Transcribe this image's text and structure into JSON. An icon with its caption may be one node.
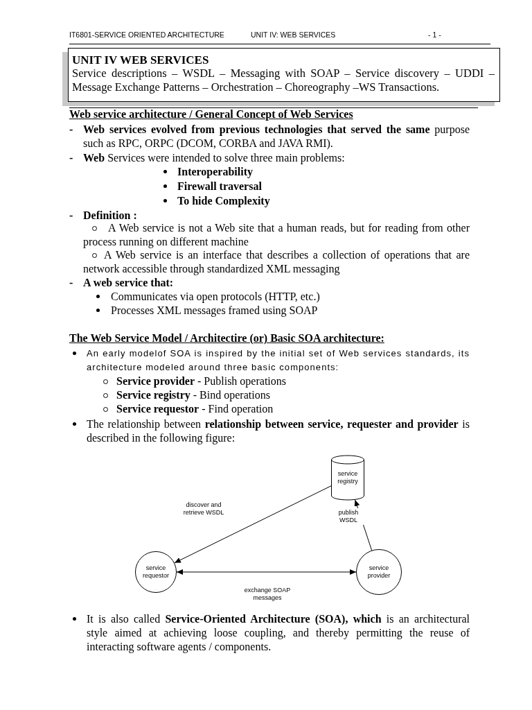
{
  "diagram": {
    "nodes": [
      {
        "text": [
          "service registry"
        ]
      },
      {
        "text": [
          "service requestor"
        ]
      },
      {
        "text": [
          "service provider"
        ]
      }
    ],
    "edges": [
      {
        "from": 0,
        "to": 1,
        "arrow": "to",
        "label": "discover and retrieve WSDL"
      },
      {
        "from": 2,
        "to": 0,
        "arrow": "to",
        "label": "publish WSDL"
      },
      {
        "from": 1,
        "to": 2,
        "arrow": "both",
        "label": "exchange SOAP messages"
      }
    ],
    "labels": [
      "IT6801-SERVICE ORIENTED ARCHITECTURE",
      "UNIT IV: WEB SERVICES",
      "- 1 -",
      "UNIT IV WEB SERVICES",
      "Service descriptions – WSDL – Messaging with SOAP – Service discovery – UDDI – Message Exchange Patterns – Orchestration – Choreography –WS Transactions.",
      "Web service architecture / General Concept of Web Services",
      "-",
      "**Web services evolved from previous technologies that served the same** purpose such as RPC, ORPC (DCOM, CORBA and JAVA RMI).",
      "-",
      "**Web** Services were intended to solve three main problems:",
      "Interoperability",
      "Firewall traversal",
      "To hide Complexity",
      "-",
      "Definition :",
      "A Web service is not a Web site that a human reads, but for reading from other process running on different machine",
      "A Web service is an interface that describes a collection of operations that are network accessible through standardized XML messaging",
      "-",
      "A web service that:",
      "Communicates via open protocols (HTTP, etc.)",
      "Processes XML messages framed using SOAP",
      "The Web Service Model / Architectire (or) Basic SOA architecture:",
      "An early modelof SOA is inspired by the initial set of Web services standards, its architecture modeled around three basic components:",
      "**Service provider** - Publish operations",
      "**Service registry** - Bind operations",
      "**Service requestor** - Find operation",
      "The relationship between **relationship between service, requester and provider** is described in the following figure:",
      "It is also called **Service-Oriented Architecture (SOA), which** is an architectural style aimed at achieving loose coupling, and thereby permitting the reuse of interacting software agents / components."
    ]
  }
}
